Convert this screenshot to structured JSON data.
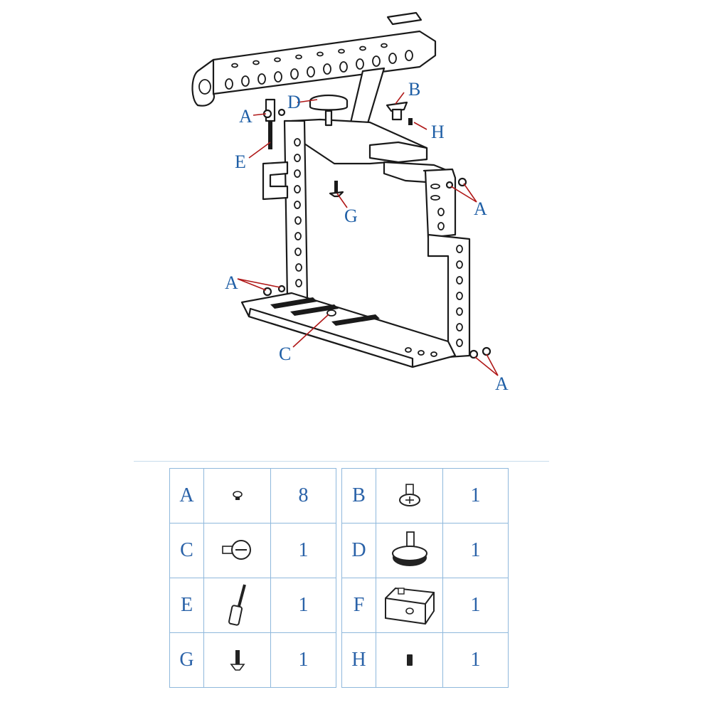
{
  "callouts": {
    "a_top": "A",
    "b": "B",
    "d": "D",
    "h": "H",
    "e": "E",
    "g": "G",
    "a_right": "A",
    "a_left": "A",
    "c": "C",
    "a_bottom": "A"
  },
  "parts_left": [
    {
      "letter": "A",
      "icon": "small-screw-icon",
      "qty": "8"
    },
    {
      "letter": "C",
      "icon": "thumb-screw-icon",
      "qty": "1"
    },
    {
      "letter": "E",
      "icon": "long-bolt-icon",
      "qty": "1"
    },
    {
      "letter": "G",
      "icon": "flat-head-screw-icon",
      "qty": "1"
    }
  ],
  "parts_right": [
    {
      "letter": "B",
      "icon": "phillips-screw-icon",
      "qty": "1"
    },
    {
      "letter": "D",
      "icon": "knob-screw-icon",
      "qty": "1"
    },
    {
      "letter": "F",
      "icon": "shoe-block-icon",
      "qty": "1"
    },
    {
      "letter": "H",
      "icon": "set-screw-icon",
      "qty": "1"
    }
  ],
  "colors": {
    "label": "#2a62a8",
    "leader": "#b01818",
    "grid": "#8fb8dc"
  }
}
